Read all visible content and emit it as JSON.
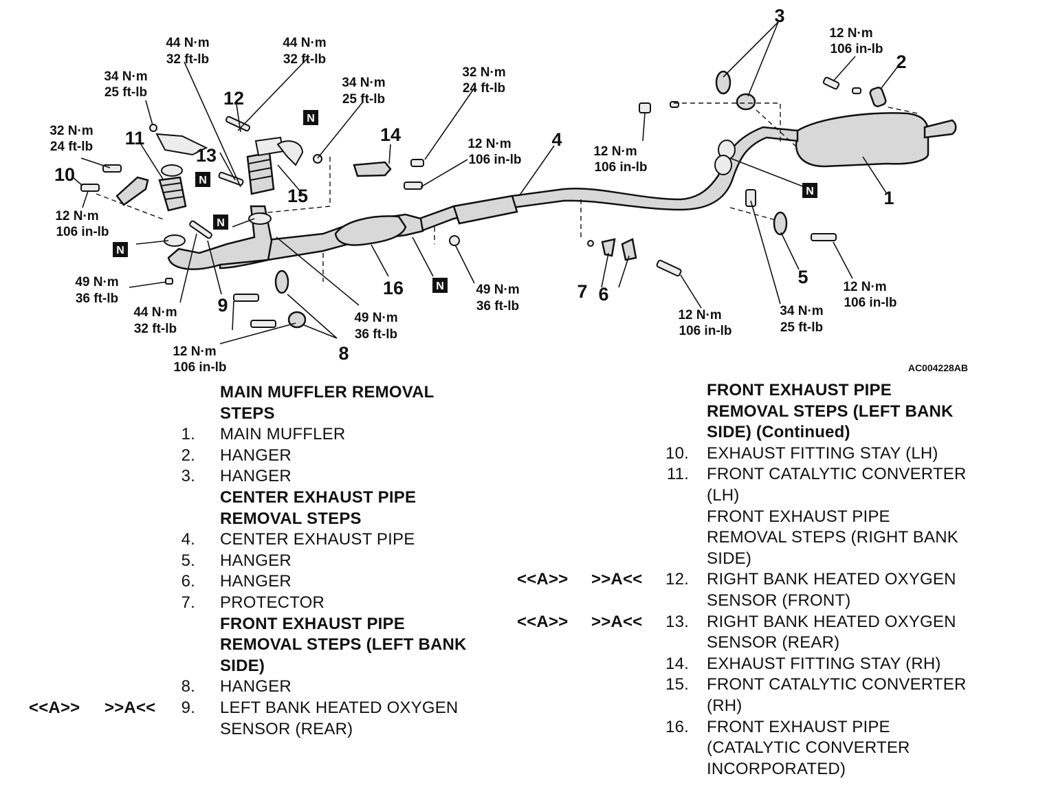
{
  "diagram": {
    "figure_code": "AC004228AB",
    "nut_marker": "N",
    "part_numbers": [
      "1",
      "2",
      "3",
      "4",
      "5",
      "6",
      "7",
      "8",
      "9",
      "10",
      "11",
      "12",
      "13",
      "14",
      "15",
      "16"
    ],
    "torques": {
      "t_44a": [
        "44 N·m",
        "32 ft-lb"
      ],
      "t_44b": [
        "44 N·m",
        "32 ft-lb"
      ],
      "t_34a": [
        "34 N·m",
        "25 ft-lb"
      ],
      "t_34b": [
        "34 N·m",
        "25 ft-lb"
      ],
      "t_32a": [
        "32 N·m",
        "24 ft-lb"
      ],
      "t_32b": [
        "32 N·m",
        "24 ft-lb"
      ],
      "t_12a": [
        "12 N·m",
        "106 in-lb"
      ],
      "t_12b": [
        "12 N·m",
        "106 in-lb"
      ],
      "t_12c": [
        "12 N·m",
        "106 in-lb"
      ],
      "t_12d": [
        "12 N·m",
        "106 in-lb"
      ],
      "t_12e": [
        "12 N·m",
        "106 in-lb"
      ],
      "t_12f": [
        "12 N·m",
        "106 in-lb"
      ],
      "t_12g": [
        "12 N·m",
        "106 in-lb"
      ],
      "t_49a": [
        "49 N·m",
        "36 ft-lb"
      ],
      "t_49b": [
        "49 N·m",
        "36 ft-lb"
      ],
      "t_49c": [
        "49 N·m",
        "36 ft-lb"
      ],
      "t_44c": [
        "44 N·m",
        "32 ft-lb"
      ],
      "t_34c": [
        "34 N·m",
        "25 ft-lb"
      ]
    }
  },
  "left_steps": [
    {
      "head": "MAIN MUFFLER REMOVAL"
    },
    {
      "head": "STEPS"
    },
    {
      "num": "1.",
      "text": "MAIN MUFFLER"
    },
    {
      "num": "2.",
      "text": "HANGER"
    },
    {
      "num": "3.",
      "text": "HANGER"
    },
    {
      "head": "CENTER EXHAUST PIPE"
    },
    {
      "head": "REMOVAL STEPS"
    },
    {
      "num": "4.",
      "text": "CENTER EXHAUST PIPE"
    },
    {
      "num": "5.",
      "text": "HANGER"
    },
    {
      "num": "6.",
      "text": "HANGER"
    },
    {
      "num": "7.",
      "text": "PROTECTOR"
    },
    {
      "head": "FRONT EXHAUST PIPE"
    },
    {
      "head": "REMOVAL STEPS (LEFT BANK"
    },
    {
      "head": "SIDE)"
    },
    {
      "num": "8.",
      "text": "HANGER"
    },
    {
      "num": "9.",
      "text": "LEFT BANK HEATED OXYGEN",
      "a1": "<<A>>",
      "a2": ">>A<<"
    },
    {
      "text": "SENSOR (REAR)"
    }
  ],
  "right_steps": [
    {
      "head": "FRONT EXHAUST PIPE"
    },
    {
      "head": "REMOVAL STEPS (LEFT BANK"
    },
    {
      "head": "SIDE) (Continued)"
    },
    {
      "num": "10.",
      "text": "EXHAUST FITTING STAY (LH)"
    },
    {
      "num": "11.",
      "text": "FRONT CATALYTIC CONVERTER"
    },
    {
      "text": "(LH)"
    },
    {
      "text": "FRONT EXHAUST PIPE"
    },
    {
      "text": "REMOVAL STEPS (RIGHT BANK"
    },
    {
      "text": "SIDE)"
    },
    {
      "num": "12.",
      "text": "RIGHT BANK HEATED OXYGEN",
      "a1": "<<A>>",
      "a2": ">>A<<"
    },
    {
      "text": "SENSOR (FRONT)"
    },
    {
      "num": "13.",
      "text": "RIGHT BANK HEATED OXYGEN",
      "a1": "<<A>>",
      "a2": ">>A<<"
    },
    {
      "text": "SENSOR (REAR)"
    },
    {
      "num": "14.",
      "text": "EXHAUST FITTING STAY (RH)"
    },
    {
      "num": "15.",
      "text": "FRONT CATALYTIC CONVERTER"
    },
    {
      "text": "(RH)"
    },
    {
      "num": "16.",
      "text": "FRONT EXHAUST PIPE"
    },
    {
      "text": "(CATALYTIC CONVERTER"
    },
    {
      "text": "INCORPORATED)"
    }
  ]
}
